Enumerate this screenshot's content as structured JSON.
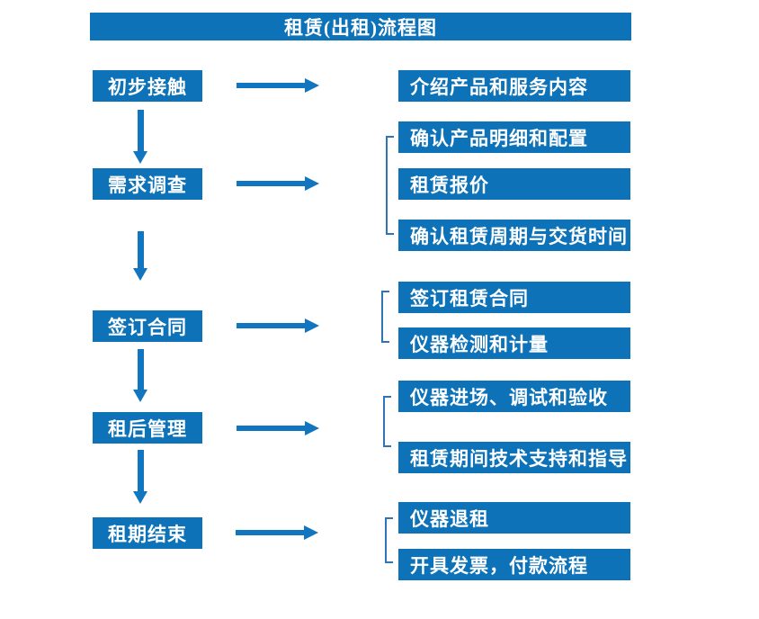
{
  "title": "租赁(出租)流程图",
  "colors": {
    "primary_blue": "#0d72b8",
    "arrow_blue": "#1176bf",
    "bracket_blue": "#2e75b6",
    "text_white": "#ffffff"
  },
  "flow": [
    {
      "step": "初步接触",
      "details": [
        "介绍产品和服务内容"
      ]
    },
    {
      "step": "需求调查",
      "details": [
        "确认产品明细和配置",
        "租赁报价",
        "确认租赁周期与交货时间"
      ]
    },
    {
      "step": "签订合同",
      "details": [
        "签订租赁合同",
        "仪器检测和计量"
      ]
    },
    {
      "step": "租后管理",
      "details": [
        "仪器进场、调试和验收",
        "租赁期间技术支持和指导"
      ]
    },
    {
      "step": "租期结束",
      "details": [
        "仪器退租",
        "开具发票，付款流程"
      ]
    }
  ]
}
